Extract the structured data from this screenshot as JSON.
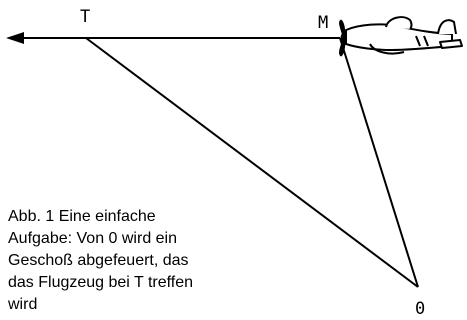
{
  "labels": {
    "T": "T",
    "M": "M",
    "O": "0"
  },
  "caption": {
    "lines": [
      "Abb. 1  Eine einfache",
      "Aufgabe: Von 0 wird ein",
      "Geschoß abgefeuert, das",
      "das Flugzeug bei T treffen",
      "wird"
    ]
  },
  "icons": {
    "aircraft": "propeller-airplane-icon"
  },
  "colors": {
    "ink": "#000000"
  }
}
